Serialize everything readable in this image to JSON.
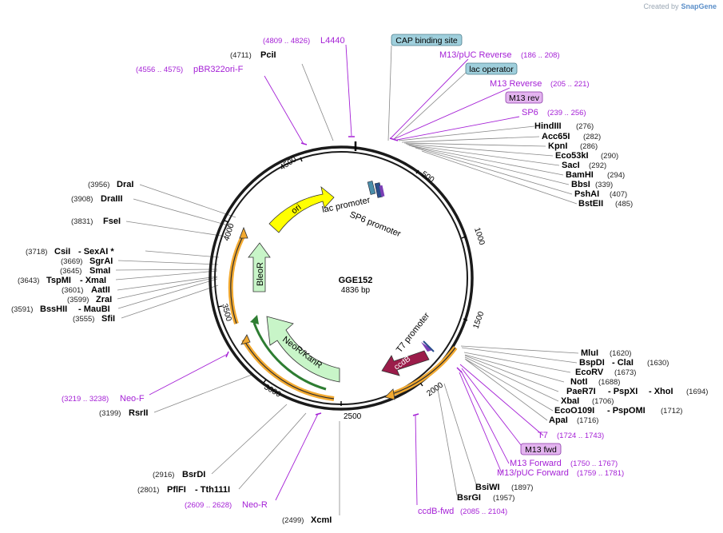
{
  "credit": {
    "prefix": "Created by",
    "brand": "SnapGene"
  },
  "plasmid": {
    "name": "GGE152",
    "size": "4836 bp"
  },
  "tick_labels": [
    "500",
    "1000",
    "1500",
    "2000",
    "2500",
    "3000",
    "3500",
    "4000",
    "4500"
  ],
  "features": {
    "ori": "ori",
    "bleor": "BleoR",
    "neor": "NeoR/KanR",
    "ccdb": "ccdB",
    "lac_promoter": "lac promoter",
    "sp6_promoter": "SP6 promoter",
    "t7_promoter": "T7 promoter"
  },
  "boxed_labels": {
    "cap": "CAP binding site",
    "lac_op": "lac operator",
    "m13rev": "M13 rev",
    "m13fwd": "M13 fwd"
  },
  "primers": {
    "l4440": {
      "name": "L4440",
      "pos": "(4809 .. 4826)"
    },
    "pbr": {
      "name": "pBR322ori-F",
      "pos": "(4556 .. 4575)"
    },
    "m13puc_rev": {
      "name": "M13/pUC Reverse",
      "pos": "(186 .. 208)"
    },
    "m13_reverse": {
      "name": "M13 Reverse",
      "pos": "(205 .. 221)"
    },
    "sp6": {
      "name": "SP6",
      "pos": "(239 .. 256)"
    },
    "t7": {
      "name": "T7",
      "pos": "(1724 .. 1743)"
    },
    "m13_forward": {
      "name": "M13 Forward",
      "pos": "(1750 .. 1767)"
    },
    "m13puc_fwd": {
      "name": "M13/pUC Forward",
      "pos": "(1759 .. 1781)"
    },
    "ccdb_fwd": {
      "name": "ccdB-fwd",
      "pos": "(2085 .. 2104)"
    },
    "neo_f": {
      "name": "Neo-F",
      "pos": "(3219 .. 3238)"
    },
    "neo_r": {
      "name": "Neo-R",
      "pos": "(2609 .. 2628)"
    }
  },
  "sites": {
    "pcii": {
      "pos": "(4711)",
      "name": "PciI"
    },
    "hindiii": {
      "name": "HindIII",
      "pos": "(276)"
    },
    "acc65i": {
      "name": "Acc65I",
      "pos": "(282)"
    },
    "kpni": {
      "name": "KpnI",
      "pos": "(286)"
    },
    "eco53ki": {
      "name": "Eco53kI",
      "pos": "(290)"
    },
    "saci": {
      "name": "SacI",
      "pos": "(292)"
    },
    "bamhi": {
      "name": "BamHI",
      "pos": "(294)"
    },
    "bbsi": {
      "name": "BbsI",
      "pos": "(339)"
    },
    "pshai": {
      "name": "PshAI",
      "pos": "(407)"
    },
    "bsteii": {
      "name": "BstEII",
      "pos": "(485)"
    },
    "drai": {
      "pos": "(3956)",
      "name": "DraI"
    },
    "draiii": {
      "pos": "(3908)",
      "name": "DraIII"
    },
    "fsei": {
      "pos": "(3831)",
      "name": "FseI"
    },
    "csii": {
      "pos": "(3718)",
      "name": "CsiI",
      "name2": "- SexAI *"
    },
    "sgrai": {
      "pos": "(3669)",
      "name": "SgrAI"
    },
    "smai": {
      "pos": "(3645)",
      "name": "SmaI"
    },
    "tspmi": {
      "pos": "(3643)",
      "name": "TspMI",
      "name2": "- XmaI"
    },
    "aatii": {
      "pos": "(3601)",
      "name": "AatII"
    },
    "zrai": {
      "pos": "(3599)",
      "name": "ZraI"
    },
    "bsshii": {
      "pos": "(3591)",
      "name": "BssHII",
      "name2": "- MauBI"
    },
    "sfii": {
      "pos": "(3555)",
      "name": "SfiI"
    },
    "rsrii": {
      "pos": "(3199)",
      "name": "RsrII"
    },
    "bsrdi": {
      "pos": "(2916)",
      "name": "BsrDI"
    },
    "pflfi": {
      "pos": "(2801)",
      "name": "PflFI",
      "name2": "- Tth111I"
    },
    "xcmi": {
      "pos": "(2499)",
      "name": "XcmI"
    },
    "mlui": {
      "name": "MluI",
      "pos": "(1620)"
    },
    "bspdi": {
      "name": "BspDI",
      "name2": "- ClaI",
      "pos": "(1630)"
    },
    "ecorv": {
      "name": "EcoRV",
      "pos": "(1673)"
    },
    "noti": {
      "name": "NotI",
      "pos": "(1688)"
    },
    "paer7i": {
      "name": "PaeR7I",
      "name2": "- PspXI",
      "name3": "- XhoI",
      "pos": "(1694)"
    },
    "xbai": {
      "name": "XbaI",
      "pos": "(1706)"
    },
    "eco0109i": {
      "name": "EcoO109I",
      "name2": "- PspOMI",
      "pos": "(1712)"
    },
    "apai": {
      "name": "ApaI",
      "pos": "(1716)"
    },
    "bsiwi": {
      "name": "BsiWI",
      "pos": "(1897)"
    },
    "bsrgi": {
      "name": "BsrGI",
      "pos": "(1957)"
    }
  },
  "colors": {
    "backbone": "#1a1a1a",
    "primer": "#a521d6",
    "ori": "#ffff00",
    "resistance": "#c8f5c8",
    "ccdb": "#9b1c4a",
    "orf": "#f2a930",
    "cap_box": "#9fcfdc",
    "m13_box": "#e3b4ef"
  }
}
